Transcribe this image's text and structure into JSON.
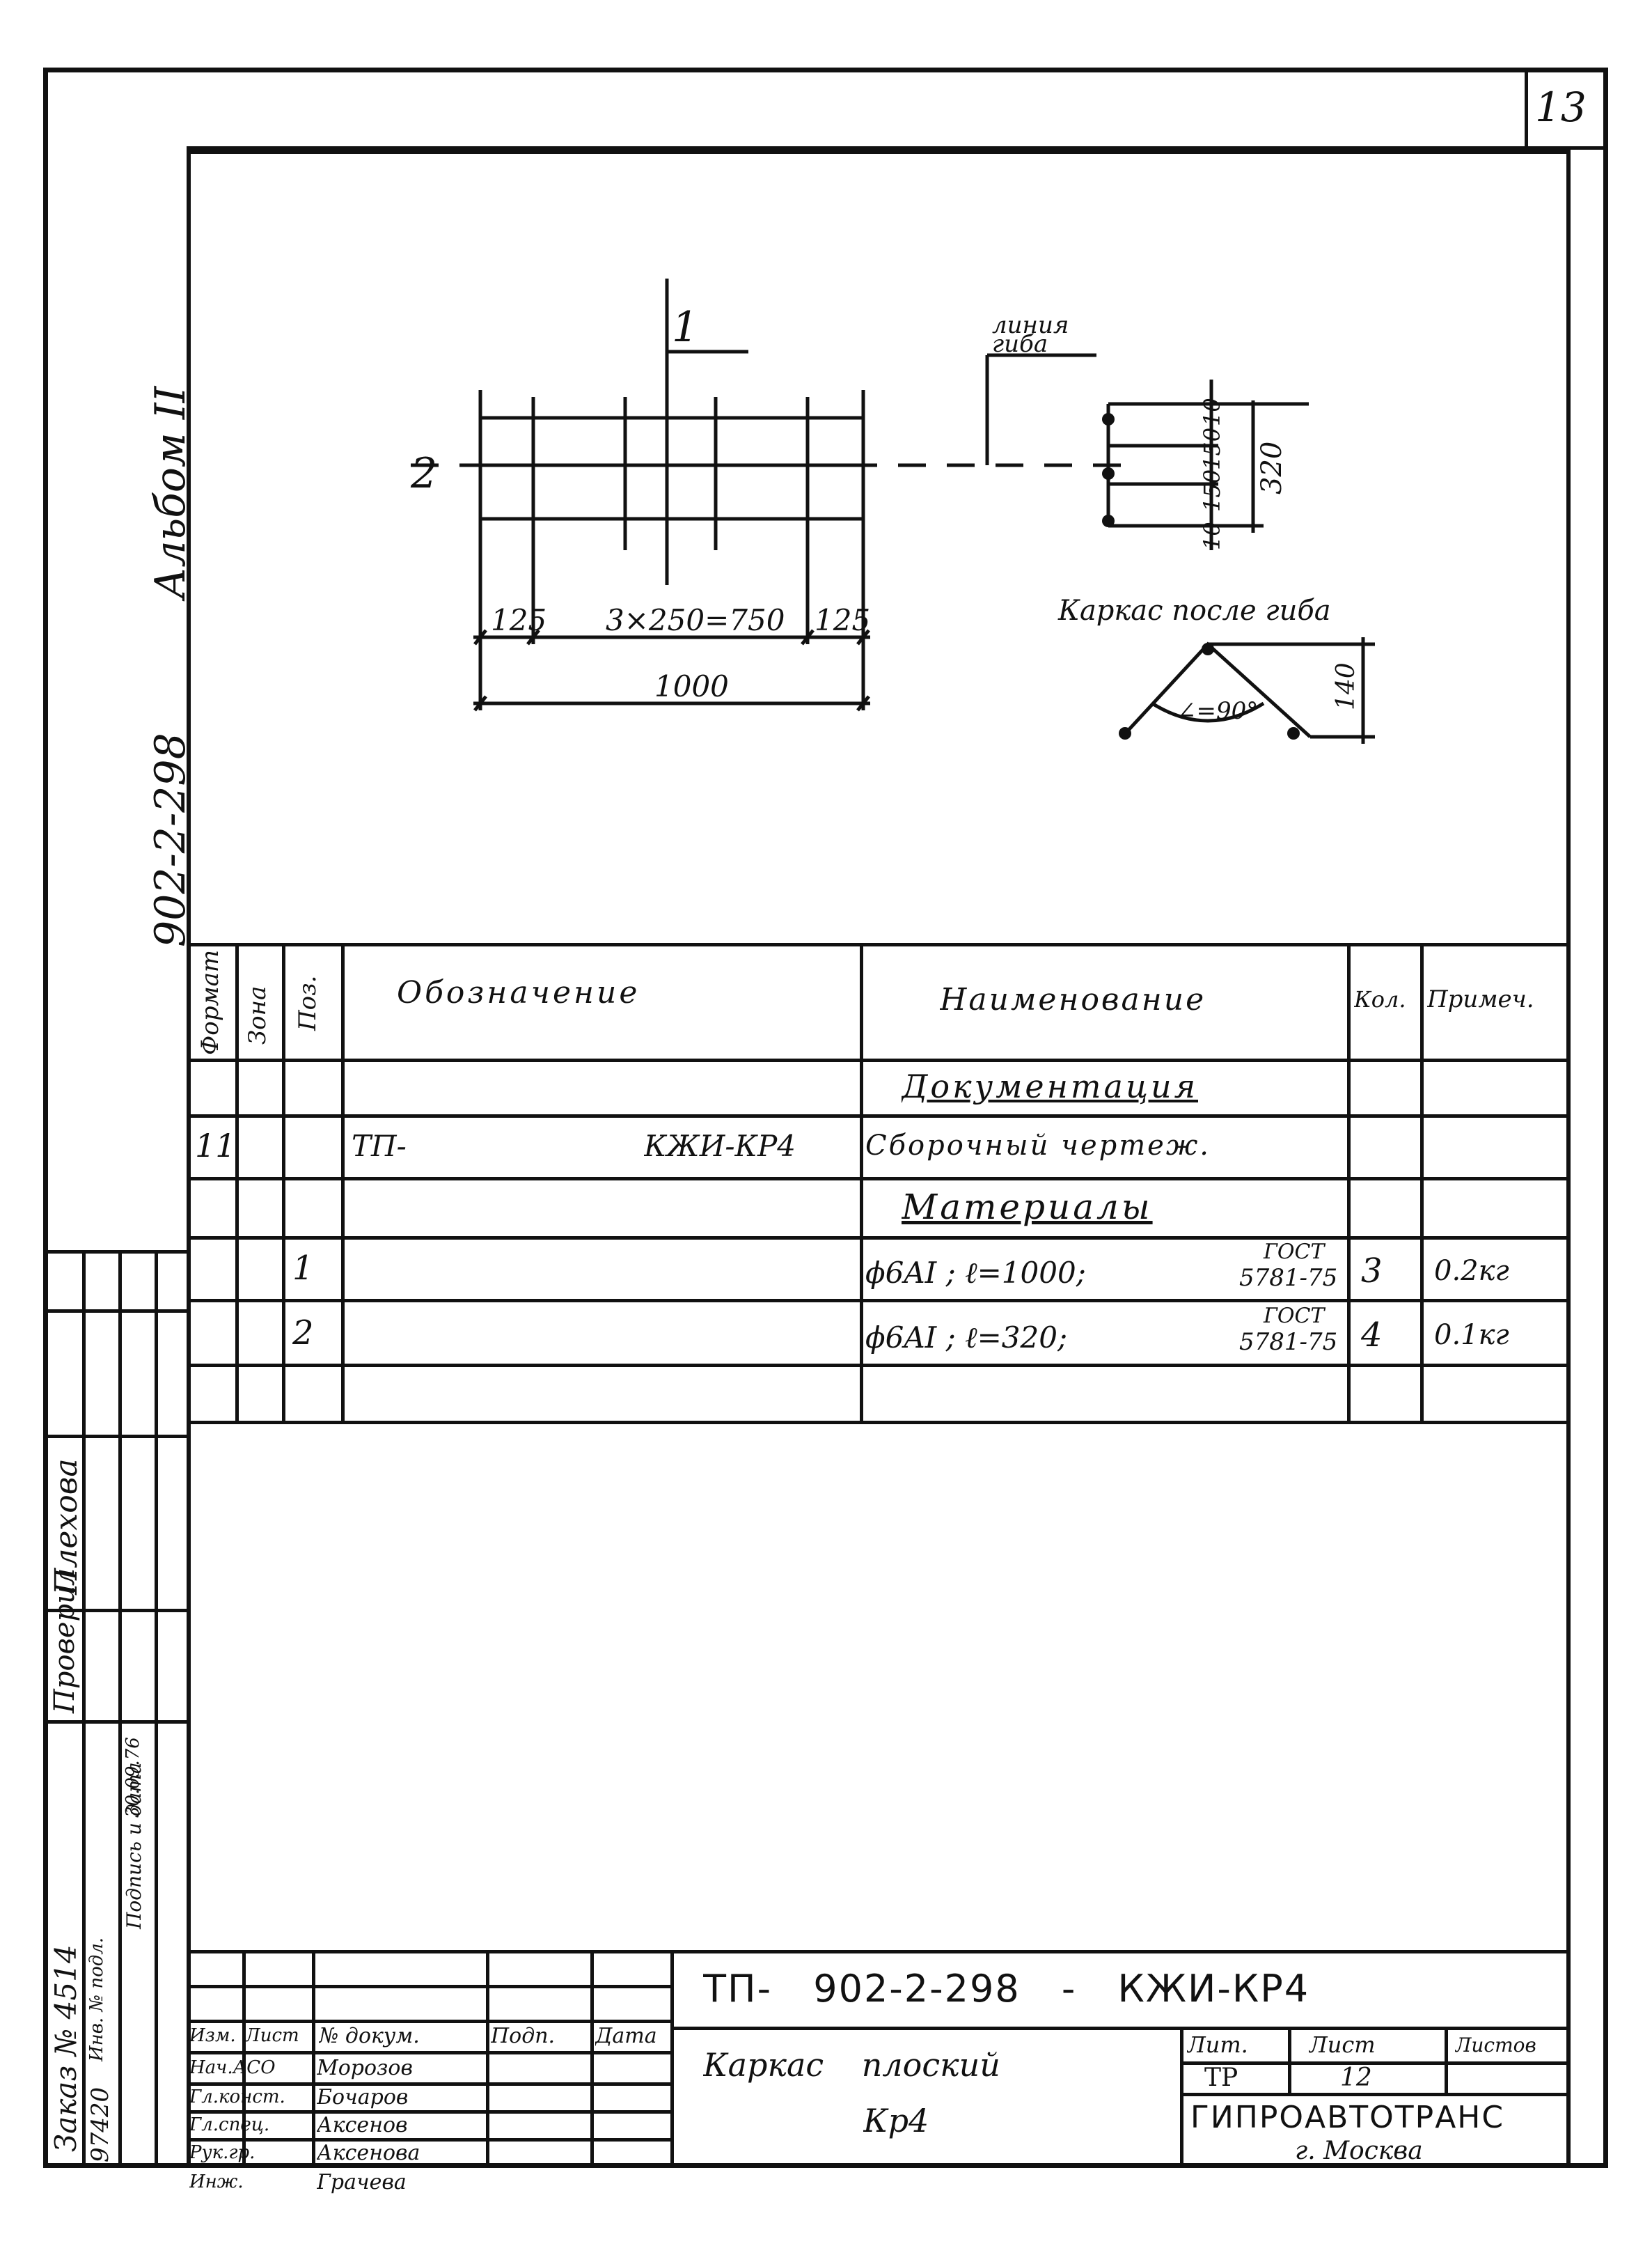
{
  "sheet": {
    "page_number": "13",
    "album_label": "Альбом II",
    "project_code": "902-2-298"
  },
  "drawing": {
    "section_marker": "1",
    "row_marker": "2",
    "dim_edge_left": "125",
    "dim_spacing": "3×250=750",
    "dim_edge_right": "125",
    "dim_total": "1000",
    "bend_line_label_1": "линия",
    "bend_line_label_2": "гиба",
    "dim_10_top": "10",
    "dim_150_a": "150",
    "dim_150_b": "150",
    "dim_10_bottom": "10",
    "dim_320": "320",
    "after_bend_caption": "Каркас после гиба",
    "angle_label": "∠=90°",
    "dim_140": "140"
  },
  "spec_table": {
    "headers": {
      "format": "Формат",
      "zone": "Зона",
      "pos": "Поз.",
      "designation": "Обозначение",
      "name": "Наименование",
      "qty": "Кол.",
      "note": "Примеч."
    },
    "rows": [
      {
        "format": "",
        "pos": "",
        "des_left": "",
        "des_right": "",
        "name": "Документация",
        "qty": "",
        "note": ""
      },
      {
        "format": "11",
        "pos": "",
        "des_left": "ТП-",
        "des_right": "КЖИ-КР4",
        "name": "Сборочный чертеж.",
        "qty": "",
        "note": ""
      },
      {
        "format": "",
        "pos": "",
        "des_left": "",
        "des_right": "",
        "name": "Материалы",
        "qty": "",
        "note": ""
      },
      {
        "format": "",
        "pos": "1",
        "des_left": "",
        "des_right": "",
        "name": "ϕ6AI ; ℓ=1000;",
        "gost_top": "ГОСТ",
        "gost_bottom": "5781-75",
        "qty": "3",
        "note": "0.2кг"
      },
      {
        "format": "",
        "pos": "2",
        "des_left": "",
        "des_right": "",
        "name": "ϕ6AI ; ℓ=320;",
        "gost_top": "ГОСТ",
        "gost_bottom": "5781-75",
        "qty": "4",
        "note": "0.1кг"
      },
      {
        "format": "",
        "pos": "",
        "des_left": "",
        "des_right": "",
        "name": "",
        "qty": "",
        "note": ""
      }
    ]
  },
  "left_margin": {
    "checked_label": "Проверил",
    "checked_name": "Плехова",
    "order_label": "Заказ № 4514",
    "inv_label": "Инв. № подл.",
    "inv_value": "97420",
    "sign_date_label": "Подпись и дата",
    "sign_date_value": "30.09.76"
  },
  "title_block": {
    "doc_code": "ТП- 902-2-298 - КЖИ-КР4",
    "col_headers": [
      "Изм.",
      "Лист",
      "№ докум.",
      "Подп.",
      "Дата"
    ],
    "signers": [
      {
        "role": "Нач.АСО",
        "name": "Морозов"
      },
      {
        "role": "Гл.конст.",
        "name": "Бочаров"
      },
      {
        "role": "Гл.спец.",
        "name": "Аксенов"
      },
      {
        "role": "Рук.гр.",
        "name": "Аксенова"
      },
      {
        "role": "Инж.",
        "name": "Грачева"
      }
    ],
    "product_name_1": "Каркас плоский",
    "product_name_2": "Кр4",
    "stage_label": "Лит.",
    "sheet_label": "Лист",
    "sheets_label": "Листов",
    "stage_value": "ТР",
    "sheet_value": "12",
    "organization": "ГИПРОАВТОТРАНС",
    "city": "г. Москва"
  }
}
